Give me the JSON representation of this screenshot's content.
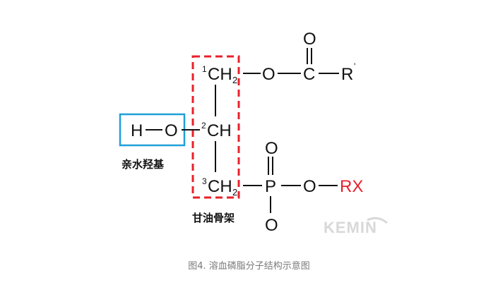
{
  "figure": {
    "atoms": {
      "o_carbonyl_top": "O",
      "o_ester": "O",
      "c_carbonyl": "C",
      "r_acyl": "R",
      "r_acyl_mark": "'",
      "h_hydroxyl": "H",
      "o_hydroxyl": "O",
      "c1": "CH",
      "c1_sub": "2",
      "c1_num": "1",
      "c2": "CH",
      "c2_num": "2",
      "c3": "CH",
      "c3_sub": "2",
      "c3_num": "3",
      "p": "P",
      "o_phosphoryl_top": "O",
      "o_phosphoryl_bottom": "O",
      "o_phosphate_ester": "O",
      "rx": "RX"
    },
    "labels": {
      "hydrophilic_group": "亲水羟基",
      "glycerol_backbone": "甘油骨架"
    },
    "watermark": "KEMIN",
    "colors": {
      "backbone_box": "#e8202a",
      "hydroxyl_box": "#1ea0d8",
      "rx": "#e8202a"
    }
  },
  "caption": "图4. 溶血磷脂分子结构示意图"
}
